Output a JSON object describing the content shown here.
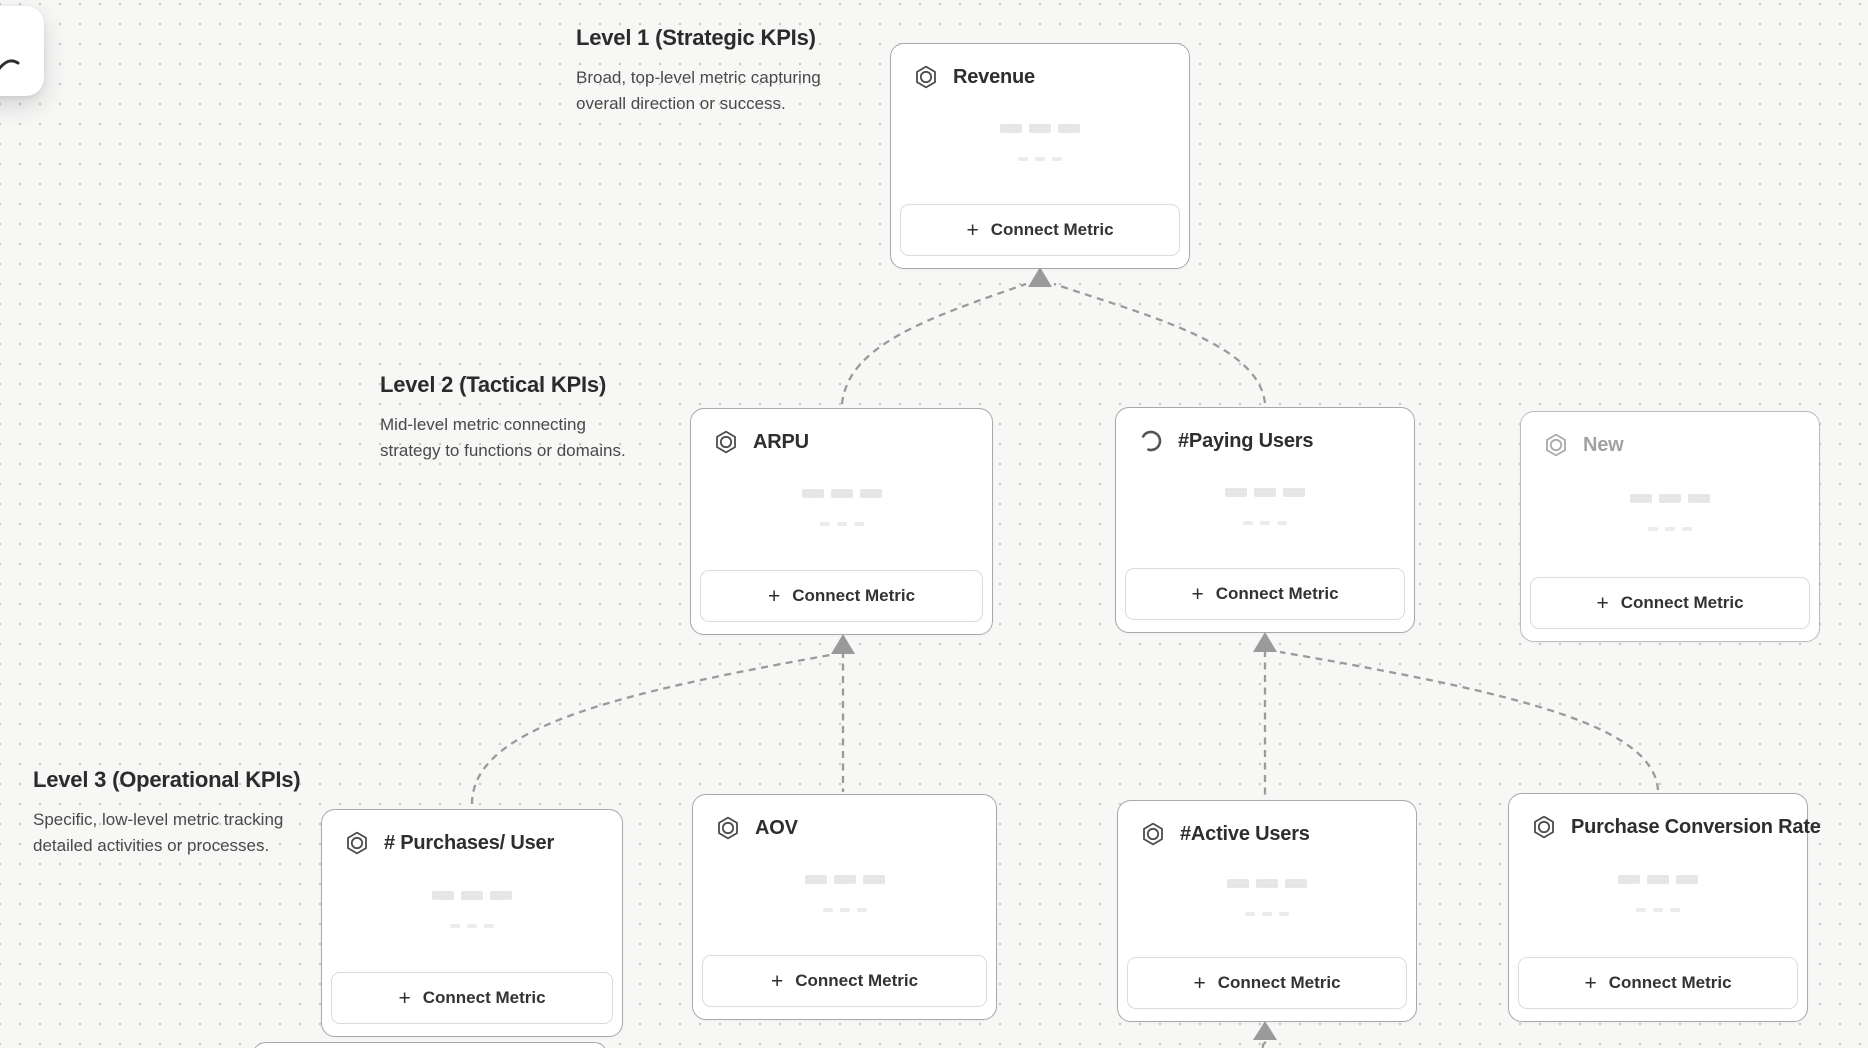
{
  "canvas": {
    "background_color": "#f7f7f6",
    "dot_color": "#c9c9c8",
    "connector_color": "#9a9a9a",
    "card_border_color": "#a9a9a9"
  },
  "toolbar": {
    "icon": "scribble-stroke-icon"
  },
  "levels": [
    {
      "title": "Level 1 (Strategic KPIs)",
      "desc1": "Broad, top-level metric capturing",
      "desc2": "overall direction or success."
    },
    {
      "title": "Level 2 (Tactical KPIs)",
      "desc1": "Mid-level metric connecting",
      "desc2": "strategy to functions or domains."
    },
    {
      "title": "Level 3 (Operational KPIs)",
      "desc1": "Specific, low-level metric tracking",
      "desc2": "detailed activities or processes."
    }
  ],
  "cards": [
    {
      "title": "Revenue",
      "icon": "hexagon-metric-icon",
      "state": "default"
    },
    {
      "title": "ARPU",
      "icon": "hexagon-metric-icon",
      "state": "default"
    },
    {
      "title": "#Paying Users",
      "icon": "spinner-icon",
      "state": "loading"
    },
    {
      "title": "New",
      "icon": "hexagon-metric-icon",
      "state": "muted"
    },
    {
      "title": "# Purchases/ User",
      "icon": "hexagon-metric-icon",
      "state": "default"
    },
    {
      "title": "AOV",
      "icon": "hexagon-metric-icon",
      "state": "default"
    },
    {
      "title": "#Active Users",
      "icon": "hexagon-metric-icon",
      "state": "default"
    },
    {
      "title": "Purchase Conversion Rate",
      "icon": "hexagon-metric-icon",
      "state": "default"
    }
  ],
  "ui": {
    "connect_metric_label": "Connect Metric",
    "plus_glyph": "+"
  }
}
